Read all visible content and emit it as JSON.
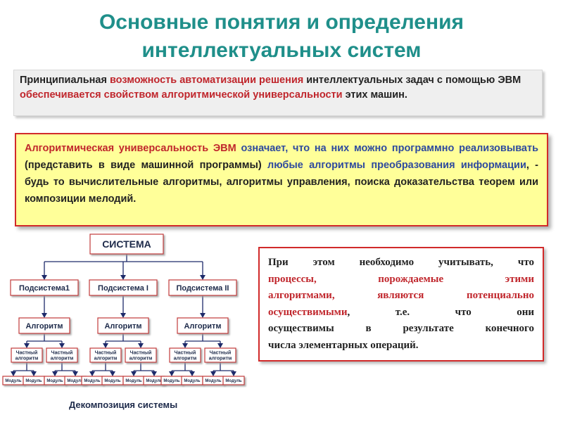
{
  "slide": {
    "title_line1": "Основные понятия и определения",
    "title_line2": "интеллектуальных систем"
  },
  "box1": {
    "p1": "Принципиальная ",
    "p2": "возможность автоматизации решения",
    "p3": " интеллектуальных задач с помощью ЭВМ ",
    "p4": "обеспечивается свойством алгоритмической универсальности",
    "p5": " этих машин."
  },
  "box2": {
    "p1": "Алгоритмическая универсальность ЭВМ",
    "p2": " означает, что на них можно программно реализовывать",
    "p3": " (представить в виде машинной программы) ",
    "p4": "любые алгоритмы преобразования информации",
    "p5": ", - будь то вычислительные алгоритмы, алгоритмы управления, поиска доказательства теорем или композиции мелодий."
  },
  "box3": {
    "l1": "При этом необходимо учитывать, что",
    "l2": "процессы, порождаемые этими",
    "l3": "алгоритмами, являются потенциально",
    "l4a": "осуществимыми",
    "l4b": ", т.е. что они",
    "l5": "осуществимы в результате конечного",
    "l6": "числа элементарных операций."
  },
  "diagram": {
    "root": "СИСТЕМА",
    "subsystems": [
      "Подсистема1",
      "Подсистема ",
      "Подсистема "
    ],
    "subsystem_suffixes": [
      "",
      "I",
      "II"
    ],
    "algorithm": "Алгоритм",
    "private_algorithm_line1": "Частный",
    "private_algorithm_line2": "алгоритм",
    "module": "Модуль",
    "caption": "Декомпозиция системы"
  },
  "colors": {
    "title": "#1f8f8a",
    "accent_red": "#c0262c",
    "accent_blue": "#2e4a9e",
    "box2_bg": "#ffff99",
    "node_border": "#c23a3a",
    "connector": "#1d2a6a"
  }
}
